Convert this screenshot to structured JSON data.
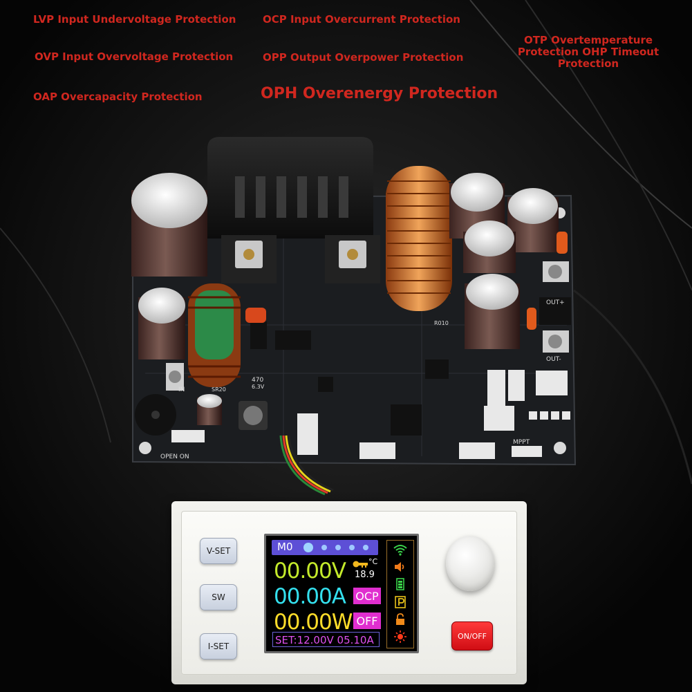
{
  "labels": {
    "lvp": "LVP Input Undervoltage Protection",
    "ocp": "OCP Input Overcurrent Protection",
    "otp_line1": "OTP Overtemperature",
    "otp_line2": "Protection OHP Timeout",
    "otp_line3": "Protection",
    "ovp": "OVP Input Overvoltage Protection",
    "opp": "OPP Output Overpower Protection",
    "oap": "OAP Overcapacity Protection",
    "oph": "OPH Overenergy Protection"
  },
  "colors": {
    "label_red": "#d0271f",
    "voltage": "#c4ea2b",
    "current": "#34e0ee",
    "power": "#ffdd2a",
    "tag_magenta": "#e02ecf",
    "onoff_red": "#e8141a"
  },
  "board": {
    "cap1": "470",
    "cap1_sub": "6.3V",
    "label_sr": "SR20",
    "label_out_plus": "OUT+",
    "label_out_minus": "OUT-",
    "label_in": "IN",
    "label_open": "OPEN ON",
    "label_mppt": "MPPT",
    "label_r010": "R010"
  },
  "panel": {
    "vset": "V-SET",
    "sw": "SW",
    "iset": "I-SET",
    "onoff": "ON/OFF",
    "mode": "M0",
    "voltage": "00.00V",
    "current": "00.00A",
    "power": "00.00W",
    "temperature": "18.9",
    "temp_unit": "°C",
    "ocp_tag": "OCP",
    "off_tag": "OFF",
    "set_line": "SET:12.00V 05.10A",
    "icons": [
      "wifi-icon",
      "speaker-icon",
      "battery-icon",
      "parking-icon",
      "lock-icon",
      "sun-icon"
    ]
  }
}
